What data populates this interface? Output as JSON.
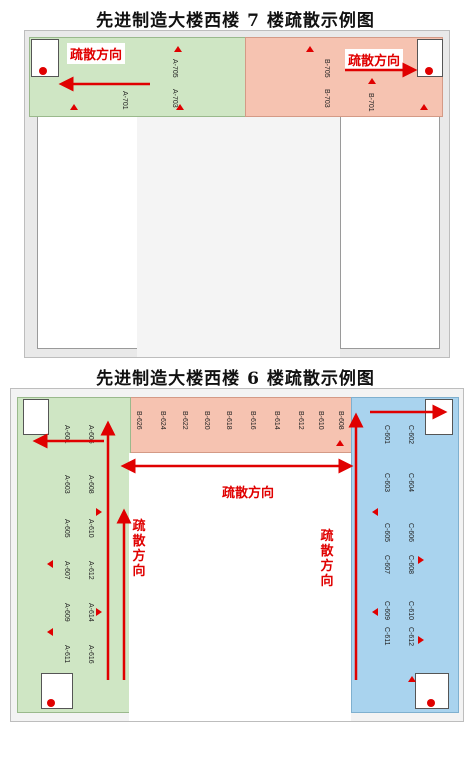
{
  "floor7": {
    "title": "先进制造大楼西楼 7 楼疏散示例图",
    "evac_left": "疏散方向",
    "evac_right": "疏散方向",
    "rooms": [
      "A-705",
      "A-703",
      "A-701",
      "B-705",
      "B-703",
      "B-701"
    ]
  },
  "floor6": {
    "title": "先进制造大楼西楼 6 楼疏散示例图",
    "evac_center": "疏散方向",
    "evac_left_vertical": "疏散方向",
    "evac_right_vertical": "疏散方向",
    "rooms_b": [
      "B-626",
      "B-624",
      "B-622",
      "B-620",
      "B-618",
      "B-616",
      "B-614",
      "B-612",
      "B-610",
      "B-608"
    ],
    "rooms_a": [
      "A-601",
      "A-606",
      "A-603",
      "A-608",
      "A-605",
      "A-610",
      "A-607",
      "A-612",
      "A-609",
      "A-614",
      "A-611",
      "A-616"
    ],
    "rooms_c": [
      "C-601",
      "C-602",
      "C-603",
      "C-604",
      "C-605",
      "C-606",
      "C-607",
      "C-608",
      "C-609",
      "C-610",
      "C-611",
      "C-612"
    ]
  },
  "colors": {
    "evac_red": "#e00000",
    "zone_a": "#cfe6c4",
    "zone_b": "#f6c3b1",
    "zone_c": "#a9d3ee"
  }
}
